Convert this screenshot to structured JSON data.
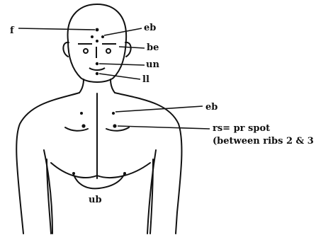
{
  "labels": {
    "f": "f",
    "eb_face": "eb",
    "be": "be",
    "un": "un",
    "ll": "ll",
    "eb_chest": "eb",
    "rs_line1": "rs= pr spot",
    "rs_line2": "(between ribs 2 & 3",
    "ub": "ub"
  }
}
